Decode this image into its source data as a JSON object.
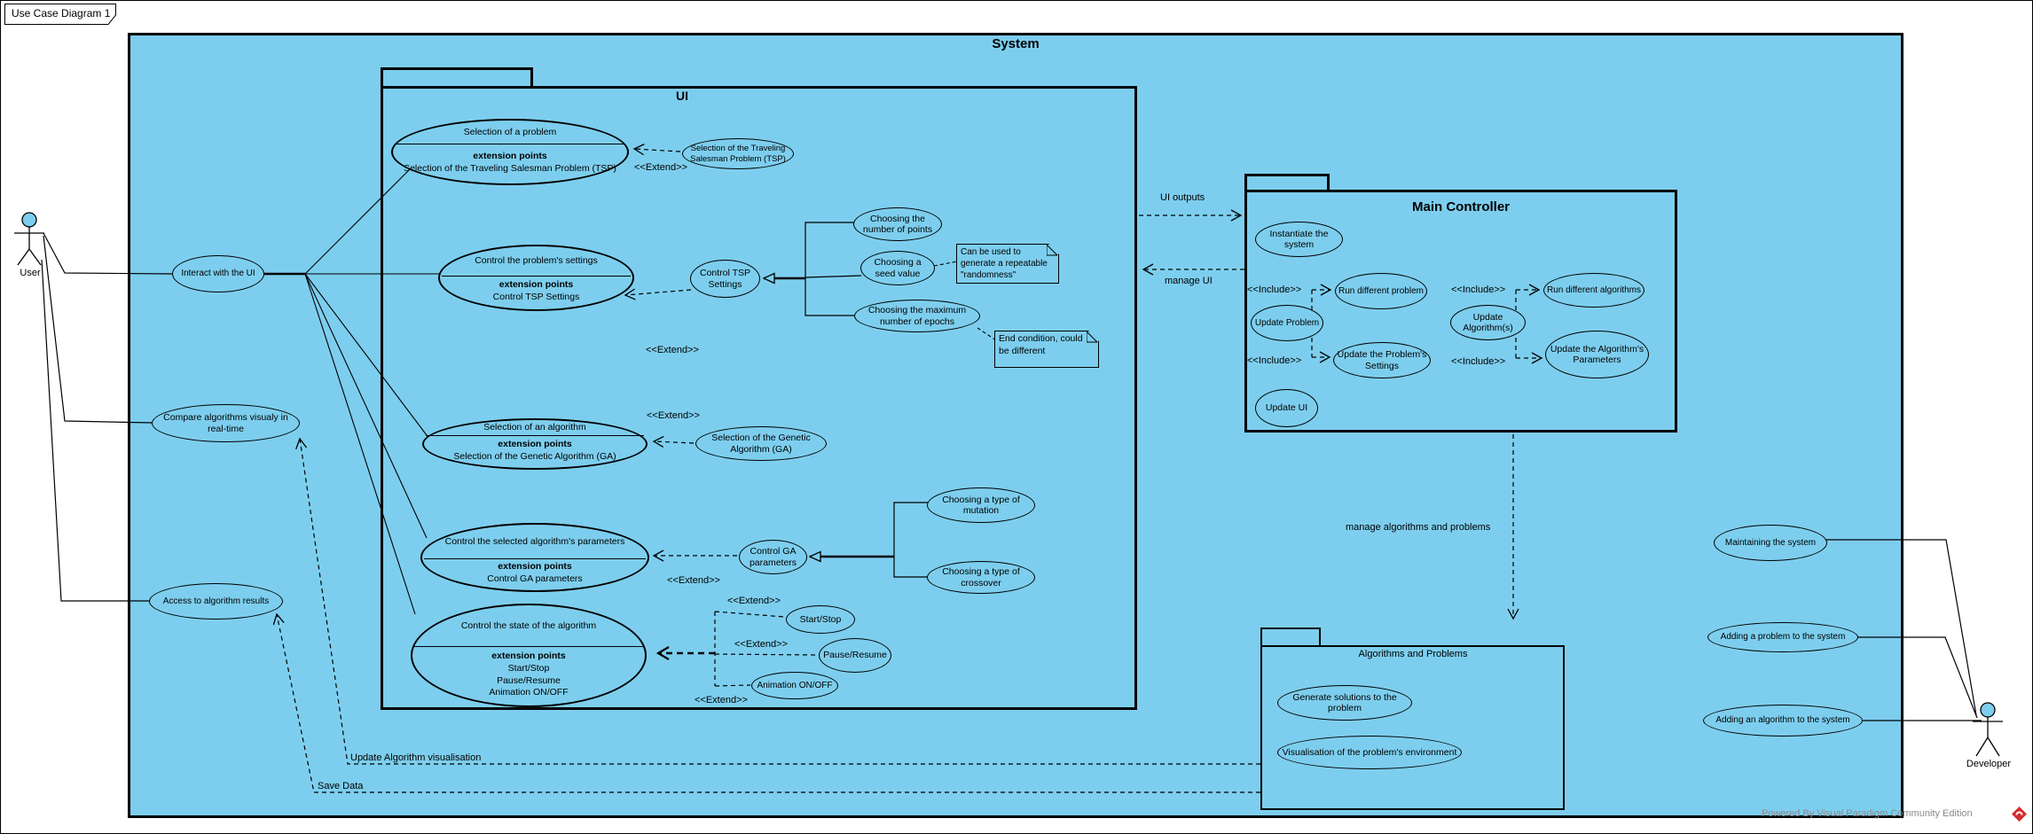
{
  "colors": {
    "diagram_fill": "#7DCEEE",
    "line": "#000000",
    "watermark_text": "#8a8a8a",
    "logo_red": "#D42D2D",
    "background": "#FFFFFF"
  },
  "tab_title": "Use Case Diagram 1",
  "system": {
    "title": "System"
  },
  "packages": {
    "ui": {
      "title": "UI"
    },
    "main_controller": {
      "title": "Main Controller"
    },
    "algorithms_problems": {
      "title": "Algorithms and Problems"
    }
  },
  "actors": {
    "user": {
      "label": "User"
    },
    "developer": {
      "label": "Developer"
    }
  },
  "extension_points_label": "extension points",
  "big_usecases": {
    "selection_problem": {
      "name": "Selection of a problem",
      "extensions": [
        "Selection of the Traveling Salesman Problem (TSP)"
      ]
    },
    "control_problem_settings": {
      "name": "Control the problem's settings",
      "extensions": [
        "Control TSP Settings"
      ]
    },
    "selection_algorithm": {
      "name": "Selection of an algorithm",
      "extensions": [
        "Selection of the Genetic Algorithm (GA)"
      ]
    },
    "control_algorithm_params": {
      "name": "Control the selected algorithm's parameters",
      "extensions": [
        "Control GA parameters"
      ]
    },
    "control_state": {
      "name": "Control the state of the algorithm",
      "extensions": [
        "Start/Stop",
        "Pause/Resume",
        "Animation ON/OFF"
      ]
    }
  },
  "usecases": {
    "interact_ui": "Interact with the UI",
    "compare": "Compare algorithms visualy in real-time",
    "access_results": "Access to algorithm results",
    "sel_tsp": "Selection of the Traveling Salesman Problem (TSP)",
    "control_tsp": "Control TSP Settings",
    "choose_points": "Choosing the number of points",
    "choose_seed": "Choosing a seed value",
    "choose_epochs": "Choosing the maximum number of epochs",
    "sel_ga": "Selection of the Genetic Algorithm (GA)",
    "control_ga": "Control GA parameters",
    "choose_mutation": "Choosing a type of mutation",
    "choose_crossover": "Choosing a type of crossover",
    "start_stop": "Start/Stop",
    "pause_resume": "Pause/Resume",
    "animation": "Animation ON/OFF",
    "instantiate": "Instantiate the system",
    "run_problem": "Run different problem",
    "update_problem": "Update Problem",
    "update_problem_settings": "Update the Problem's Settings",
    "update_ui": "Update UI",
    "update_algorithms": "Update Algorithm(s)",
    "run_algorithms": "Run different algorithms",
    "update_algorithm_params": "Update the Algorithm's Parameters",
    "generate_solutions": "Generate solutions to the problem",
    "visualisation": "Visualisation of the problem's environment",
    "maintaining": "Maintaining the system",
    "adding_problem": "Adding a problem to the system",
    "adding_algorithm": "Adding an algorithm to the system"
  },
  "stereotypes": {
    "extend": "<<Extend>>",
    "include": "<<Include>>"
  },
  "flow_labels": {
    "ui_outputs": "UI outputs",
    "manage_ui": "manage UI",
    "manage_algorithms_problems": "manage algorithms and problems",
    "update_algorithm_visualisation": "Update Algorithm visualisation",
    "save_data": "Save Data"
  },
  "notes": {
    "seed_note": "Can be used to generate a repeatable \"randomness\"",
    "epoch_note": "End condition, could be different"
  },
  "watermark": {
    "text": "Powered By  Visual Paradigm Community Edition"
  }
}
